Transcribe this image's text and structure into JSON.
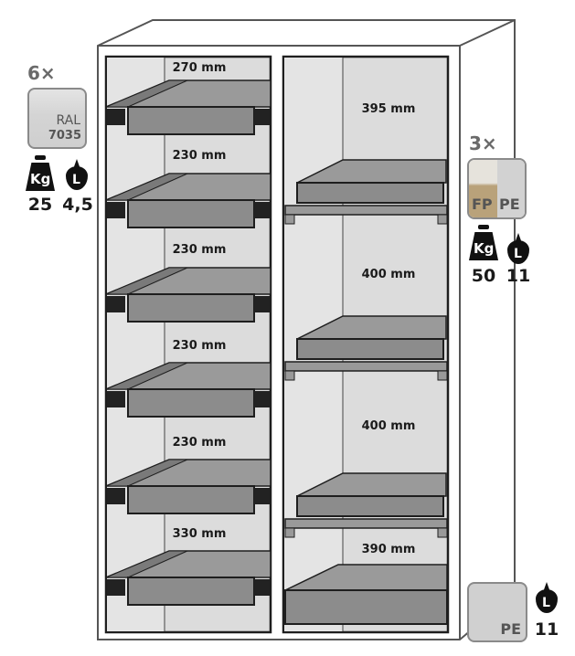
{
  "left_compartment": {
    "drawer_heights": [
      "270 mm",
      "230 mm",
      "230 mm",
      "230 mm",
      "230 mm",
      "330 mm"
    ]
  },
  "right_compartment": {
    "shelf_heights": [
      "395 mm",
      "400 mm",
      "400 mm",
      "390 mm"
    ]
  },
  "drawer_insert": {
    "quantity": "6×",
    "material_line1": "RAL",
    "material_line2": "7035",
    "weight_icon_label": "Kg",
    "load_kg": "25",
    "volume_icon_label": "L",
    "volume_l": "4,5"
  },
  "shelf_sump": {
    "quantity": "3×",
    "material_a": "FP",
    "material_b": "PE",
    "weight_icon_label": "Kg",
    "load_kg": "50",
    "volume_icon_label": "L",
    "volume_l": "11"
  },
  "bottom_sump": {
    "material": "PE",
    "volume_icon_label": "L",
    "volume_l": "11"
  },
  "colors": {
    "tray": "#8c8c8c",
    "interior": "#dcdcdc",
    "outline": "#1e1e1e",
    "fp": "#b9a27a"
  }
}
